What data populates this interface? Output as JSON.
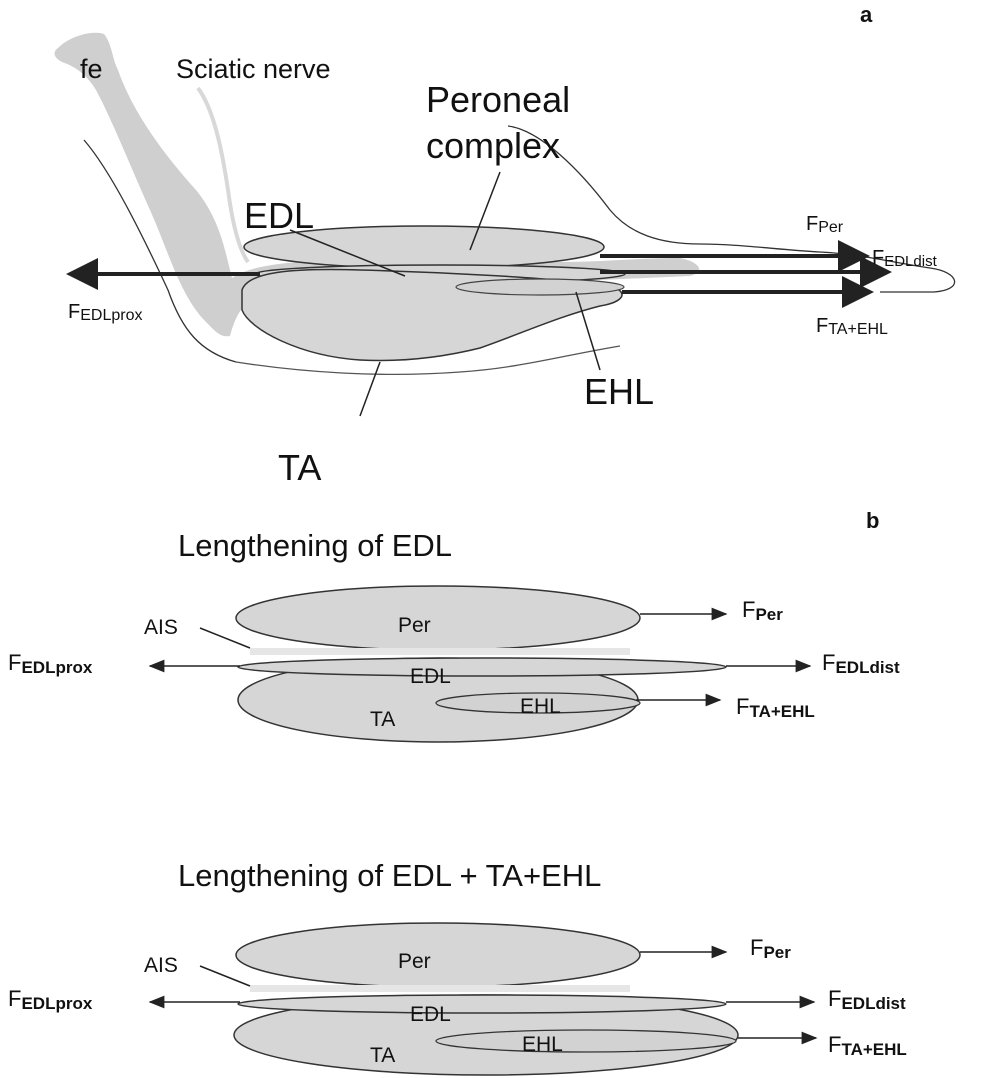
{
  "panel_a": {
    "letter": "a",
    "labels": {
      "fe": "fe",
      "sciatic_nerve": "Sciatic nerve",
      "peroneal_line1": "Peroneal",
      "peroneal_line2": "complex",
      "edl": "EDL",
      "ehl": "EHL",
      "ta": "TA"
    },
    "forces": {
      "per_main": "F",
      "per_sub": "Per",
      "edl_dist_main": "F",
      "edl_dist_sub": "EDLdist",
      "edl_prox_main": "F",
      "edl_prox_sub": "EDLprox",
      "ta_ehl_main": "F",
      "ta_ehl_sub": "TA+EHL"
    }
  },
  "panel_b": {
    "letter": "b",
    "diagrams": [
      {
        "title": "Lengthening of EDL",
        "ais": "AIS",
        "muscles": {
          "per": "Per",
          "edl": "EDL",
          "ta": "TA",
          "ehl": "EHL"
        },
        "forces": {
          "per_main": "F",
          "per_sub": "Per",
          "edl_prox_main": "F",
          "edl_prox_sub": "EDLprox",
          "edl_dist_main": "F",
          "edl_dist_sub": "EDLdist",
          "ta_ehl_main": "F",
          "ta_ehl_sub": "TA+EHL"
        }
      },
      {
        "title": "Lengthening of EDL + TA+EHL",
        "ais": "AIS",
        "muscles": {
          "per": "Per",
          "edl": "EDL",
          "ta": "TA",
          "ehl": "EHL"
        },
        "forces": {
          "per_main": "F",
          "per_sub": "Per",
          "edl_prox_main": "F",
          "edl_prox_sub": "EDLprox",
          "edl_dist_main": "F",
          "edl_dist_sub": "EDLdist",
          "ta_ehl_main": "F",
          "ta_ehl_sub": "TA+EHL"
        }
      }
    ]
  },
  "colors": {
    "muscle_fill": "#d6d6d6",
    "bone_fill": "#cfcfcf",
    "outline": "#333333",
    "text": "#111111"
  }
}
